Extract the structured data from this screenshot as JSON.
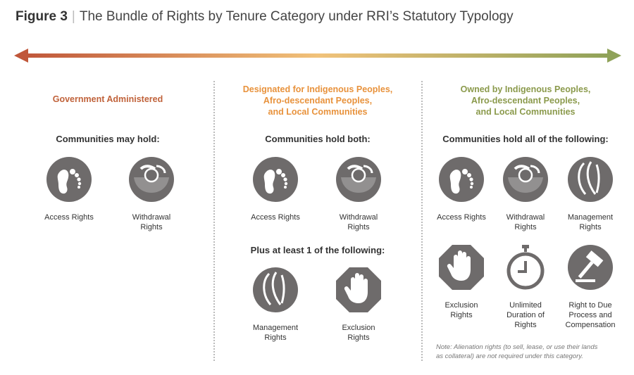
{
  "title": {
    "figure": "Figure 3",
    "text": "The Bundle of Rights by Tenure Category under RRI’s Statutory Typology"
  },
  "colors": {
    "gov": "#c0623a",
    "designated": "#e8923c",
    "owned": "#8b9a4c",
    "icon": "#6e6b6b"
  },
  "columns": [
    {
      "header": "Government Administered",
      "subheading": "Communities may hold:",
      "rights": [
        {
          "icon": "footprint-icon",
          "label": "Access Rights"
        },
        {
          "icon": "harvest-bowl-icon",
          "label": "Withdrawal\nRights"
        }
      ]
    },
    {
      "header": "Designated for Indigenous Peoples,\nAfro-descendant Peoples,\nand Local Communities",
      "subheading": "Communities hold both:",
      "rights": [
        {
          "icon": "footprint-icon",
          "label": "Access Rights"
        },
        {
          "icon": "harvest-bowl-icon",
          "label": "Withdrawal\nRights"
        }
      ],
      "subheading2": "Plus at least 1 of the following:",
      "rights2": [
        {
          "icon": "leaf-hand-icon",
          "label": "Management\nRights"
        },
        {
          "icon": "stop-hand-icon",
          "label": "Exclusion\nRights"
        }
      ]
    },
    {
      "header": "Owned by Indigenous Peoples,\nAfro-descendant Peoples,\nand Local Communities",
      "subheading": "Communities hold all of the following:",
      "rights": [
        {
          "icon": "footprint-icon",
          "label": "Access Rights"
        },
        {
          "icon": "harvest-bowl-icon",
          "label": "Withdrawal\nRights"
        },
        {
          "icon": "leaf-hand-icon",
          "label": "Management\nRights"
        },
        {
          "icon": "stop-hand-icon",
          "label": "Exclusion\nRights"
        },
        {
          "icon": "stopwatch-icon",
          "label": "Unlimited\nDuration of\nRights"
        },
        {
          "icon": "gavel-icon",
          "label": "Right to Due\nProcess and\nCompensation"
        }
      ],
      "note": "Note: Alienation rights (to sell, lease, or use their lands\nas collateral) are not required under this category."
    }
  ]
}
